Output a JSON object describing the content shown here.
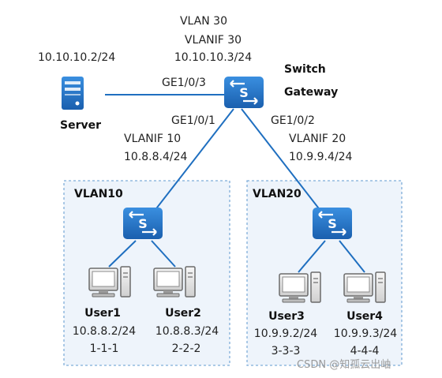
{
  "core": {
    "vlan": "VLAN 30",
    "vlanif": "VLANIF 30",
    "ip": "10.10.10.3/24",
    "name_line1": "Switch",
    "name_line2": "Gateway"
  },
  "server": {
    "ip": "10.10.10.2/24",
    "label": "Server",
    "port": "GE1/0/3"
  },
  "left_uplink": {
    "port": "GE1/0/1",
    "vlanif": "VLANIF 10",
    "ip": "10.8.8.4/24"
  },
  "right_uplink": {
    "port": "GE1/0/2",
    "vlanif": "VLANIF 20",
    "ip": "10.9.9.4/24"
  },
  "vlan10": {
    "label": "VLAN10",
    "users": [
      {
        "name": "User1",
        "ip": "10.8.8.2/24",
        "mac": "1-1-1"
      },
      {
        "name": "User2",
        "ip": "10.8.8.3/24",
        "mac": "2-2-2"
      }
    ]
  },
  "vlan20": {
    "label": "VLAN20",
    "users": [
      {
        "name": "User3",
        "ip": "10.9.9.2/24",
        "mac": "3-3-3"
      },
      {
        "name": "User4",
        "ip": "10.9.9.3/24",
        "mac": "4-4-4"
      }
    ]
  },
  "watermark": "CSDN @知孤云出岫",
  "colors": {
    "device": "#1f6fc0",
    "link": "#1f6fc0",
    "zone_border": "#7faed9",
    "zone_fill": "#eef4fb"
  }
}
